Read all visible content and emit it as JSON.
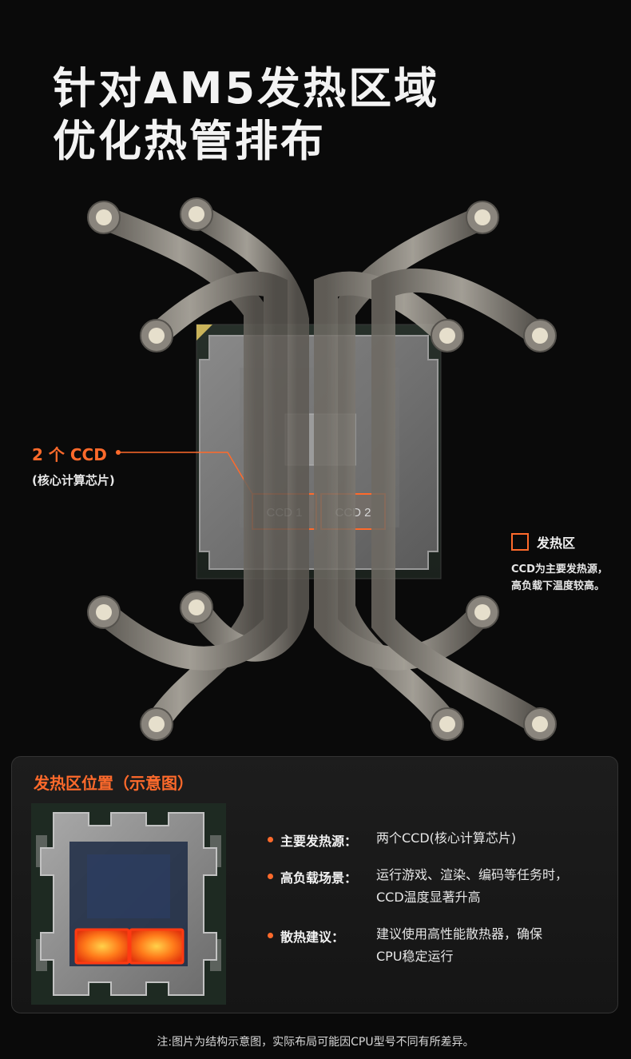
{
  "headline": {
    "line1": "针对AM5发热区域",
    "line2": "优化热管排布"
  },
  "diagram": {
    "ccd_labels": [
      "CCD 1",
      "CCD 2"
    ]
  },
  "callout": {
    "title": "2 个 CCD",
    "subtitle": "(核心计算芯片)"
  },
  "legend": {
    "label": "发热区",
    "desc_line1": "CCD为主要发热源，",
    "desc_line2": "高负载下温度较高。"
  },
  "panel": {
    "title": "发热区位置（示意图）",
    "points": [
      {
        "label": "主要发热源：",
        "lines": [
          "两个CCD(核心计算芯片)"
        ]
      },
      {
        "label": "高负载场景：",
        "lines": [
          "运行游戏、渲染、编码等任务时，",
          "CCD温度显著升高"
        ]
      },
      {
        "label": "散热建议：",
        "lines": [
          "建议使用高性能散热器，确保",
          "CPU稳定运行"
        ]
      }
    ]
  },
  "footnote": "注:图片为结构示意图，实际布局可能因CPU型号不同有所差异。",
  "colors": {
    "accent": "#ff6a2b",
    "background": "#0a0a0a"
  }
}
